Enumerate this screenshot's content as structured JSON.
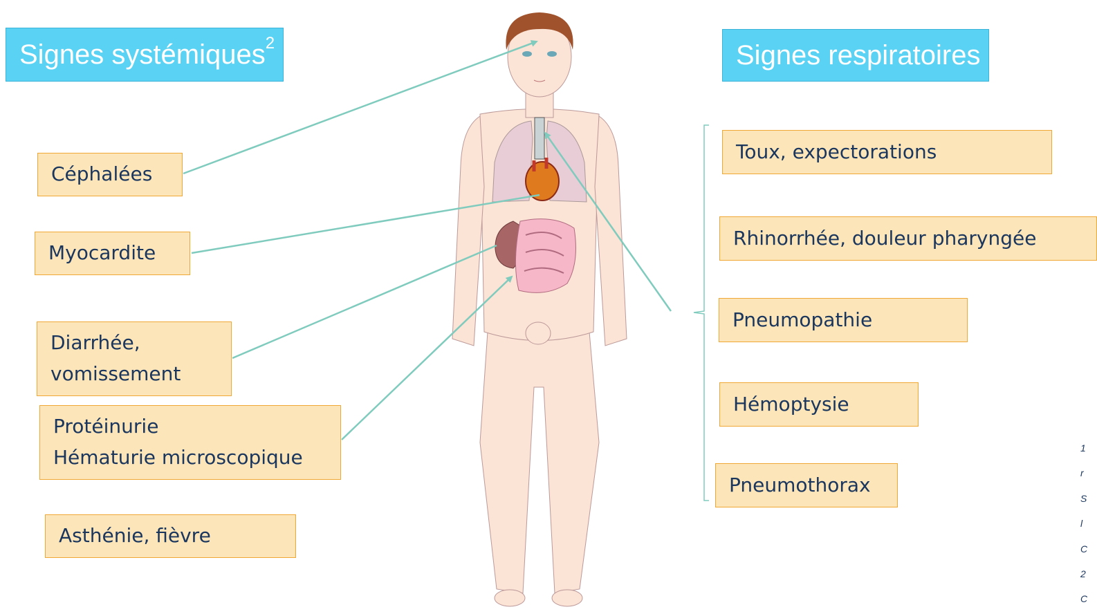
{
  "headers": {
    "systemic": {
      "label": "Signes systémiques",
      "sup": "2"
    },
    "respiratory": {
      "label": "Signes respiratoires"
    }
  },
  "systemic_signs": [
    {
      "lines": [
        "Céphalées"
      ]
    },
    {
      "lines": [
        "Myocardite"
      ]
    },
    {
      "lines": [
        "Diarrhée,",
        "vomissement"
      ]
    },
    {
      "lines": [
        "Protéinurie",
        "Hématurie microscopique"
      ]
    },
    {
      "lines": [
        "Asthénie, fièvre"
      ]
    }
  ],
  "respiratory_signs": [
    {
      "lines": [
        "Toux, expectorations"
      ]
    },
    {
      "lines": [
        "Rhinorrhée, douleur pharyngée"
      ]
    },
    {
      "lines": [
        "Pneumopathie"
      ]
    },
    {
      "lines": [
        "Hémoptysie"
      ]
    },
    {
      "lines": [
        "Pneumothorax"
      ]
    }
  ],
  "references_cut": [
    "1",
    "r",
    "S",
    "l",
    "C",
    "2",
    "C"
  ],
  "colors": {
    "header_bg": "#5ad2f4",
    "box_bg": "#fbe5b9",
    "box_border": "#f0a733",
    "box_text": "#1b365d",
    "arrow": "#7fcbbd",
    "skin": "#fbe3d5",
    "lungs": "#e9cdd6",
    "heart": "#e07a1e",
    "intestine": "#f6b7c8",
    "liver": "#a86565"
  },
  "icons": [
    "human-body-illustration",
    "lungs-icon",
    "heart-icon",
    "intestine-icon",
    "liver-icon",
    "trachea-icon"
  ]
}
